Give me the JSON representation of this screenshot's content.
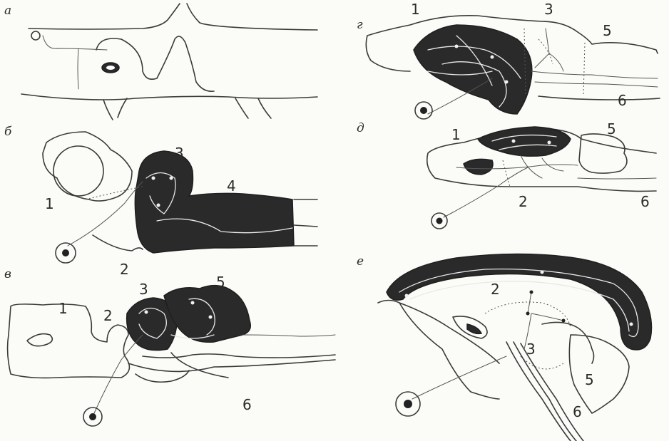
{
  "panels": [
    {
      "id": "a",
      "letter": "а"
    },
    {
      "id": "b",
      "letter": "б",
      "numbers": [
        "1",
        "2",
        "3",
        "4"
      ]
    },
    {
      "id": "v",
      "letter": "в",
      "numbers": [
        "1",
        "2",
        "3",
        "5",
        "6"
      ]
    },
    {
      "id": "g",
      "letter": "г",
      "numbers": [
        "1",
        "3",
        "5",
        "6"
      ]
    },
    {
      "id": "d",
      "letter": "д",
      "numbers": [
        "1",
        "5",
        "2",
        "6"
      ]
    },
    {
      "id": "e",
      "letter": "е",
      "numbers": [
        "2",
        "3",
        "5",
        "6"
      ]
    }
  ]
}
